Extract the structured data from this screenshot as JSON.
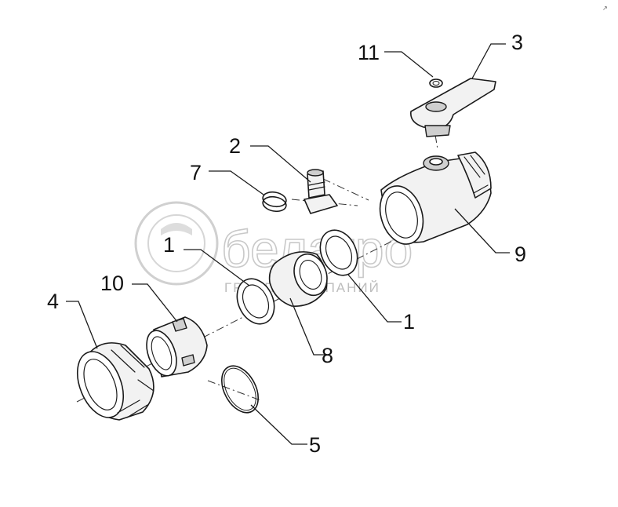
{
  "watermark": {
    "brand": "белагро",
    "subtitle": "ГРУППА КОМПАНИЙ"
  },
  "corner_mark": "↗",
  "callouts": {
    "c1a": "1",
    "c1b": "1",
    "c2": "2",
    "c3": "3",
    "c4": "4",
    "c5": "5",
    "c7": "7",
    "c8": "8",
    "c9": "9",
    "c10": "10",
    "c11": "11"
  }
}
